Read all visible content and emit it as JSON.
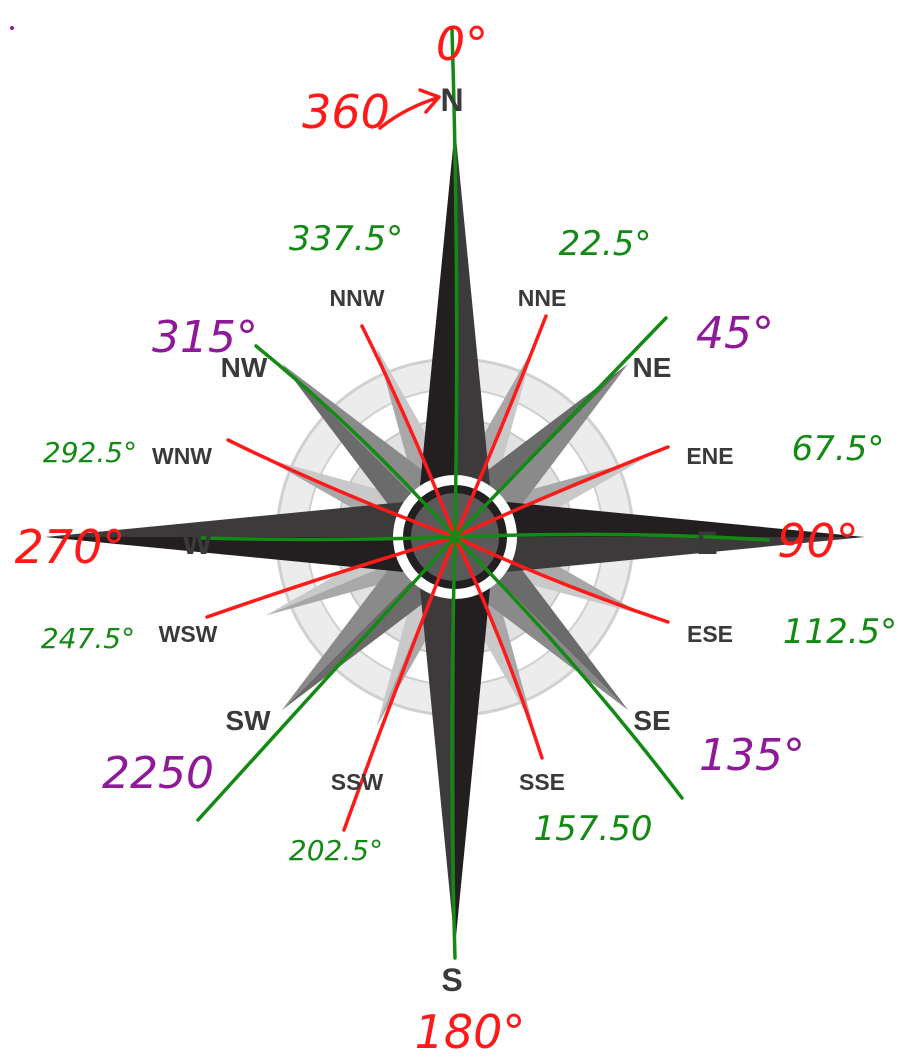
{
  "compass": {
    "directions": {
      "N": "N",
      "S": "S",
      "E": "E",
      "W": "W",
      "NE": "NE",
      "NW": "NW",
      "SE": "SE",
      "SW": "SW",
      "NNE": "NNE",
      "NNW": "NNW",
      "ENE": "ENE",
      "ESE": "ESE",
      "SSE": "SSE",
      "SSW": "SSW",
      "WNW": "WNW",
      "WSW": "WSW"
    }
  },
  "annotations": {
    "north": "0°",
    "north_alt": "360",
    "east": "90°",
    "south": "180°",
    "west": "270°",
    "ne": "45°",
    "se": "135°",
    "sw": "2250",
    "nw": "315°",
    "nne": "22.5°",
    "ene": "67.5°",
    "ese": "112.5°",
    "sse": "157.50",
    "ssw": "202.5°",
    "wsw": "247.5°",
    "wnw": "292.5°",
    "nnw": "337.5°"
  },
  "colors": {
    "cardinal_line": "#ff1a1a",
    "intercardinal_line": "#138a13",
    "primary_point": "#231f20",
    "secondary_point": "#6b6b6b",
    "tertiary_point": "#a8a8a8",
    "ring": "#d7d7d7"
  }
}
